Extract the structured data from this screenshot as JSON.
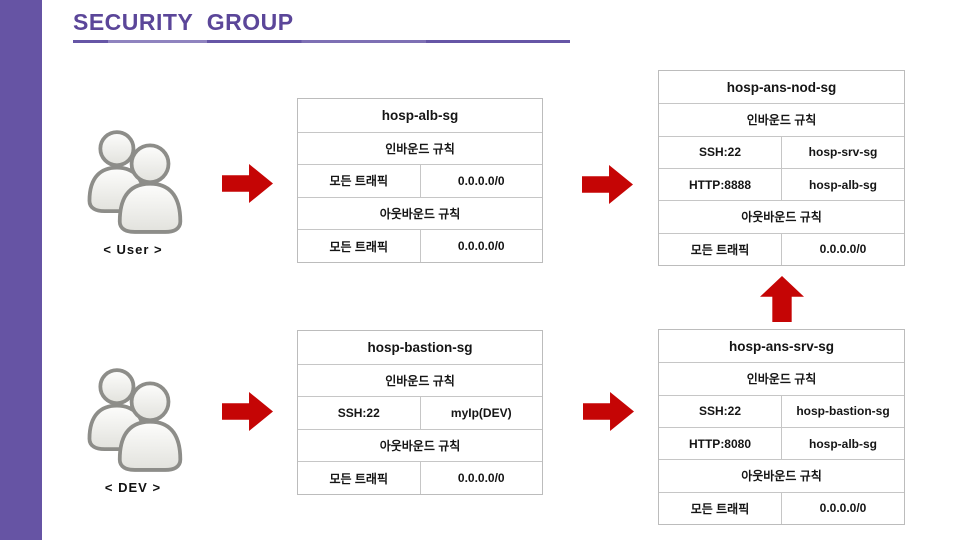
{
  "header": {
    "title": "SECURITY GROUP"
  },
  "colors": {
    "accent_bar": "#6654a4",
    "title_text": "#5b4699",
    "arrow_red": "#c50505",
    "table_border": "#bcbcbc",
    "text": "#151515"
  },
  "actors": {
    "user": {
      "label": "< User >",
      "icon": "users-icon"
    },
    "dev": {
      "label": "< DEV >",
      "icon": "users-icon"
    }
  },
  "tables": {
    "alb": {
      "rows": [
        {
          "text": "hosp-alb-sg"
        },
        {
          "text": "인바운드 규칙"
        },
        {
          "left": "모든 트래픽",
          "right": "0.0.0.0/0"
        },
        {
          "text": "아웃바운드 규칙"
        },
        {
          "left": "모든 트래픽",
          "right": "0.0.0.0/0"
        }
      ]
    },
    "nod": {
      "rows": [
        {
          "text": "hosp-ans-nod-sg"
        },
        {
          "text": "인바운드 규칙"
        },
        {
          "left": "SSH:22",
          "right": "hosp-srv-sg"
        },
        {
          "left": "HTTP:8888",
          "right": "hosp-alb-sg"
        },
        {
          "text": "아웃바운드 규칙"
        },
        {
          "left": "모든 트래픽",
          "right": "0.0.0.0/0"
        }
      ]
    },
    "bastion": {
      "rows": [
        {
          "text": "hosp-bastion-sg"
        },
        {
          "text": "인바운드 규칙"
        },
        {
          "left": "SSH:22",
          "right": "myIp(DEV)"
        },
        {
          "text": "아웃바운드 규칙"
        },
        {
          "left": "모든 트래픽",
          "right": "0.0.0.0/0"
        }
      ]
    },
    "srv": {
      "rows": [
        {
          "text": "hosp-ans-srv-sg"
        },
        {
          "text": "인바운드 규칙"
        },
        {
          "left": "SSH:22",
          "right": "hosp-bastion-sg"
        },
        {
          "left": "HTTP:8080",
          "right": "hosp-alb-sg"
        },
        {
          "text": "아웃바운드 규칙"
        },
        {
          "left": "모든 트래픽",
          "right": "0.0.0.0/0"
        }
      ]
    }
  }
}
